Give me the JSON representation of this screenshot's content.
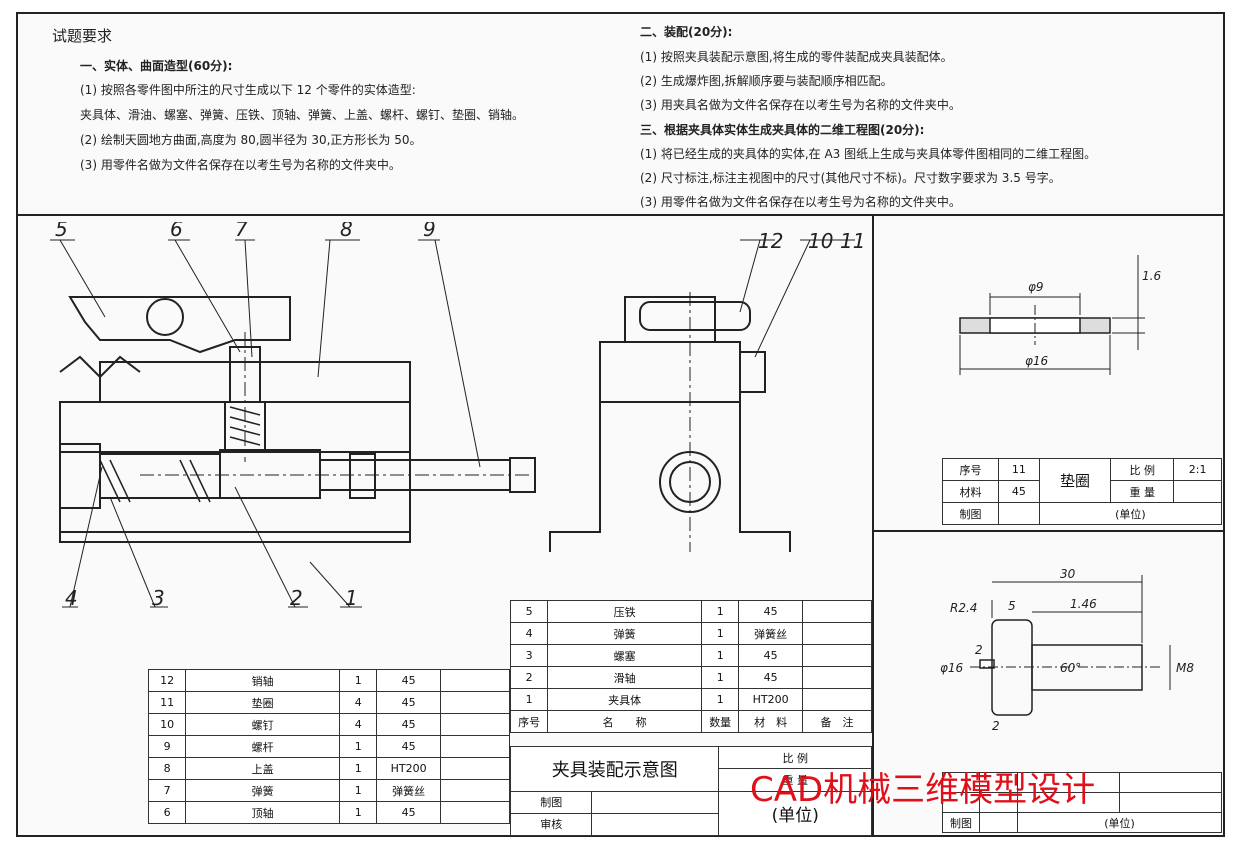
{
  "requirements": {
    "heading": "试题要求",
    "s1_title": "一、实体、曲面造型(60分):",
    "s1_lines": [
      "(1) 按照各零件图中所注的尺寸生成以下 12 个零件的实体造型:",
      "夹具体、滑油、螺塞、弹簧、压铁、顶轴、弹簧、上盖、螺杆、螺钉、垫圈、销轴。",
      "(2) 绘制天圆地方曲面,高度为 80,圆半径为 30,正方形长为 50。",
      "(3) 用零件名做为文件名保存在以考生号为名称的文件夹中。"
    ],
    "s2_title": "二、装配(20分):",
    "s2_lines": [
      "(1) 按照夹具装配示意图,将生成的零件装配成夹具装配体。",
      "(2) 生成爆炸图,拆解顺序要与装配顺序相匹配。",
      "(3) 用夹具名做为文件名保存在以考生号为名称的文件夹中。"
    ],
    "s3_title": "三、根据夹具体实体生成夹具体的二维工程图(20分):",
    "s3_lines": [
      "(1) 将已经生成的夹具体的实体,在 A3 图纸上生成与夹具体零件图相同的二维工程图。",
      "(2) 尺寸标注,标注主视图中的尺寸(其他尺寸不标)。尺寸数字要求为 3.5 号字。",
      "(3) 用零件名做为文件名保存在以考生号为名称的文件夹中。"
    ]
  },
  "balloons": [
    "1",
    "2",
    "3",
    "4",
    "5",
    "6",
    "7",
    "8",
    "9",
    "10",
    "11",
    "12"
  ],
  "bom_left": [
    {
      "no": "12",
      "name": "销轴",
      "qty": "1",
      "mat": "45"
    },
    {
      "no": "11",
      "name": "垫圈",
      "qty": "4",
      "mat": "45"
    },
    {
      "no": "10",
      "name": "螺钉",
      "qty": "4",
      "mat": "45"
    },
    {
      "no": "9",
      "name": "螺杆",
      "qty": "1",
      "mat": "45"
    },
    {
      "no": "8",
      "name": "上盖",
      "qty": "1",
      "mat": "HT200"
    },
    {
      "no": "7",
      "name": "弹簧",
      "qty": "1",
      "mat": "弹簧丝"
    },
    {
      "no": "6",
      "name": "顶轴",
      "qty": "1",
      "mat": "45"
    }
  ],
  "bom_right": [
    {
      "no": "5",
      "name": "压铁",
      "qty": "1",
      "mat": "45"
    },
    {
      "no": "4",
      "name": "弹簧",
      "qty": "1",
      "mat": "弹簧丝"
    },
    {
      "no": "3",
      "name": "螺塞",
      "qty": "1",
      "mat": "45"
    },
    {
      "no": "2",
      "name": "滑轴",
      "qty": "1",
      "mat": "45"
    },
    {
      "no": "1",
      "name": "夹具体",
      "qty": "1",
      "mat": "HT200"
    }
  ],
  "bom_header": {
    "no": "序号",
    "name": "名　　称",
    "qty": "数量",
    "mat": "材　料",
    "note": "备　注"
  },
  "main_title": {
    "name": "夹具装配示意图",
    "scale": "比 例",
    "weight": "重 量",
    "drawn": "制图",
    "checked": "审核",
    "unit": "(单位)"
  },
  "washer": {
    "dim_inner": "φ9",
    "dim_outer": "φ16",
    "dim_thk": "1.6",
    "tb": {
      "no_label": "序号",
      "no": "11",
      "name": "垫圈",
      "scale_label": "比 例",
      "scale": "2:1",
      "mat_label": "材料",
      "mat": "45",
      "weight_label": "重 量",
      "drawn": "制图",
      "unit": "(单位)"
    }
  },
  "screw": {
    "dims": {
      "len": "30",
      "r": "R2.4",
      "head": "5",
      "thread": "1.46",
      "dia": "φ16",
      "slot": "2",
      "angle": "60°",
      "m": "M8",
      "slot_w": "2"
    },
    "tb": {
      "drawn": "制图",
      "unit": "(单位)"
    }
  },
  "watermark": "CAD机械三维模型设计"
}
